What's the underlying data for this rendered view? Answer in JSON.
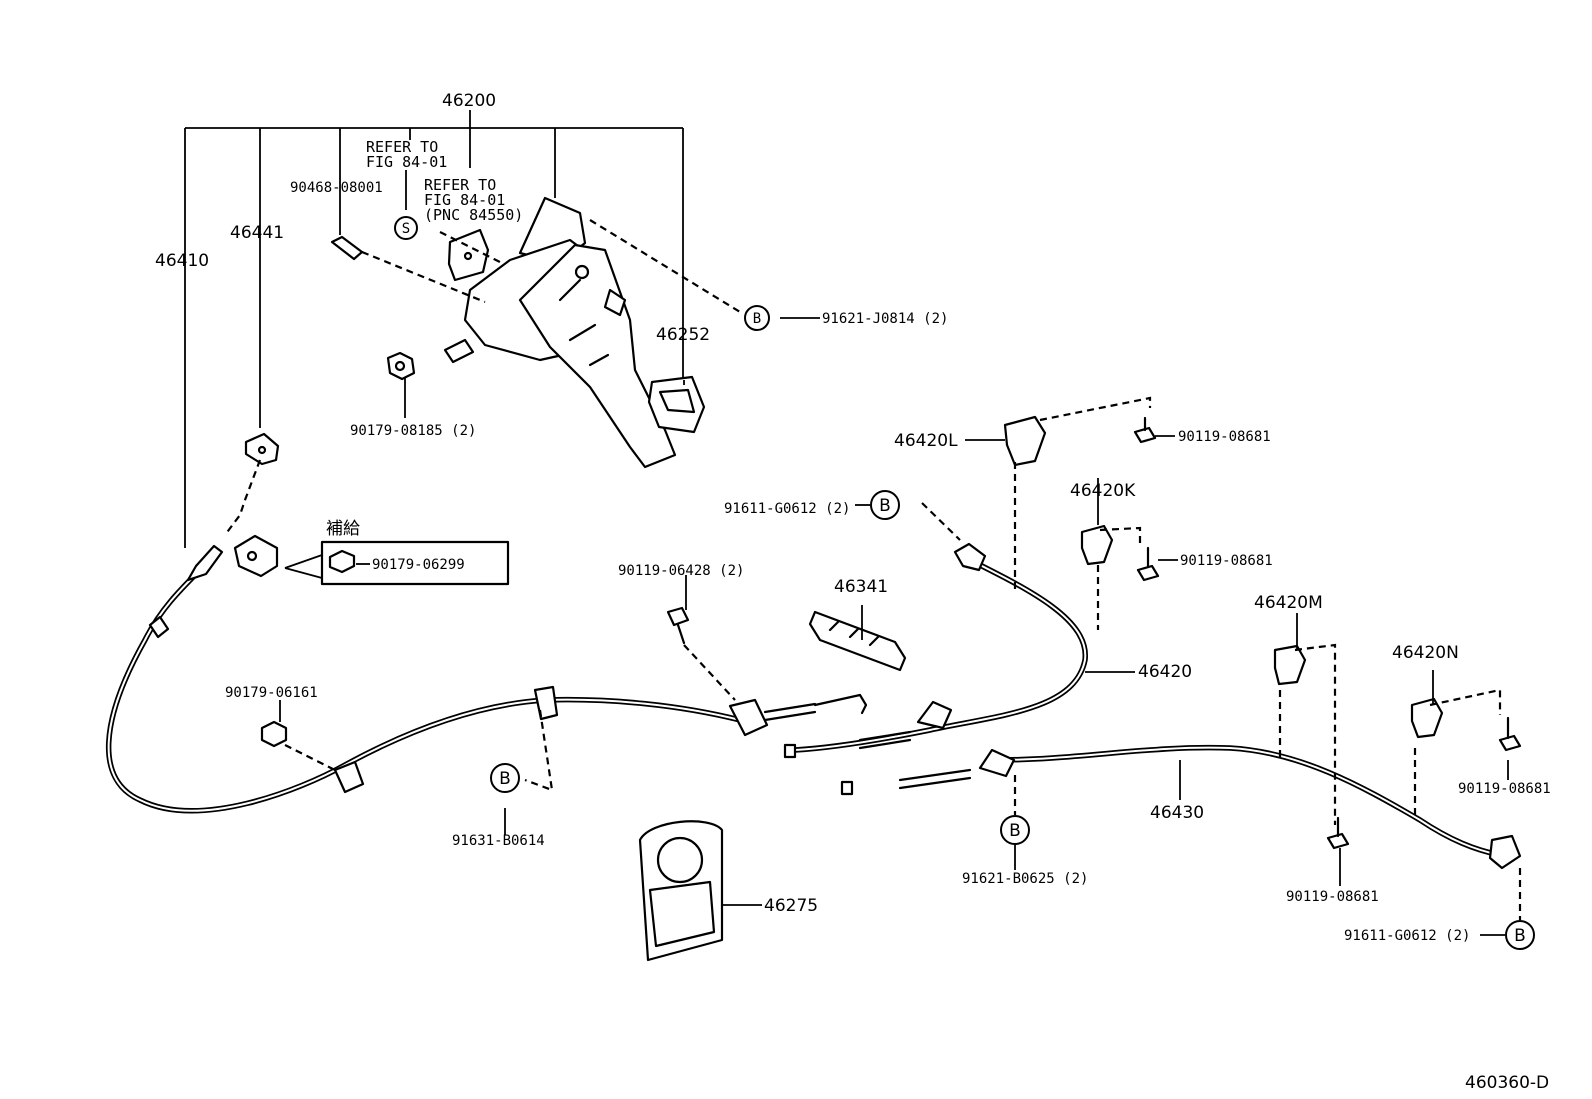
{
  "labels": {
    "p46200": "46200",
    "refer1_l1": "REFER TO",
    "refer1_l2": "FIG 84-01",
    "refer2_l1": "REFER TO",
    "refer2_l2": "FIG 84-01",
    "refer2_l3": "(PNC 84550)",
    "p90468": "90468-08001",
    "p46441": "46441",
    "p46410": "46410",
    "p46252": "46252",
    "p91621_j0814": "91621-J0814 (2)",
    "p90179_08185": "90179-08185 (2)",
    "p46420L": "46420L",
    "p90119_08681_a": "90119-08681",
    "p91611_g0612_a": "91611-G0612 (2)",
    "p46420K": "46420K",
    "p90119_08681_b": "90119-08681",
    "supply": "補給",
    "p90179_06299": "90179-06299",
    "p90119_06428": "90119-06428 (2)",
    "p46341": "46341",
    "p46420": "46420",
    "p46420M": "46420M",
    "p46420N": "46420N",
    "p90179_06161": "90179-06161",
    "p91631_b0614": "91631-B0614",
    "p46430": "46430",
    "p90119_08681_c": "90119-08681",
    "p91621_b0625": "91621-B0625 (2)",
    "p90119_08681_d": "90119-08681",
    "p46275": "46275",
    "p91611_g0612_b": "91611-G0612 (2)",
    "diagram_id": "460360-D"
  },
  "markers": {
    "bolt": "B",
    "sub": "S"
  }
}
